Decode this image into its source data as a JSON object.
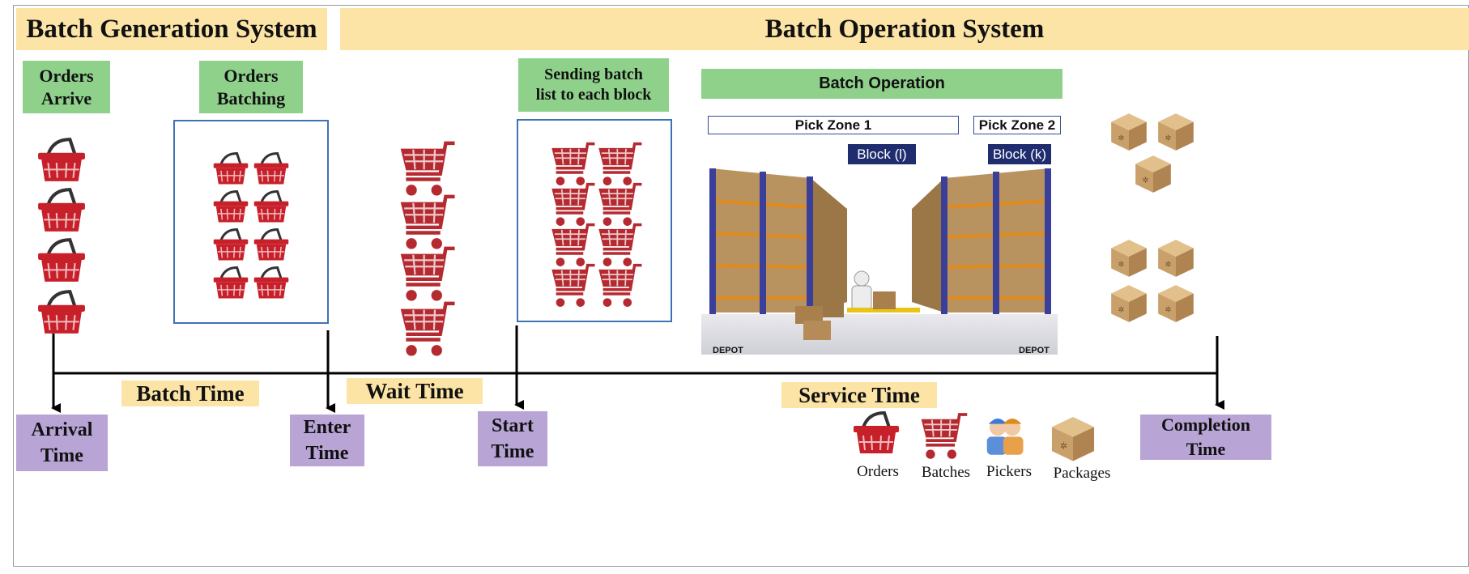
{
  "headers": {
    "generation": "Batch Generation System",
    "operation": "Batch Operation System"
  },
  "steps": {
    "orders_arrive": "Orders\nArrive",
    "orders_batching": "Orders\nBatching",
    "sending_batch": "Sending batch\nlist to each block",
    "batch_operation": "Batch Operation"
  },
  "warehouse": {
    "pick_zone_1": "Pick Zone 1",
    "pick_zone_2": "Pick Zone 2",
    "block_l": "Block (l)",
    "block_k": "Block (k)",
    "depot_left": "DEPOT",
    "depot_right": "DEPOT"
  },
  "timeline": {
    "arrival": "Arrival\nTime",
    "enter": "Enter\nTime",
    "start": "Start\nTime",
    "completion": "Completion\nTime"
  },
  "intervals": {
    "batch_time": "Batch Time",
    "wait_time": "Wait Time",
    "service_time": "Service Time"
  },
  "legend": {
    "orders": "Orders",
    "batches": "Batches",
    "pickers": "Pickers",
    "packages": "Packages"
  },
  "colors": {
    "banner": "#fbe4a6",
    "green_label": "#8fd18b",
    "purple_label": "#b9a4d6",
    "basket_red": "#c8202a",
    "cart_red": "#b52a30",
    "frame_blue": "#3f72b5",
    "rack_blue": "#3a3f9a",
    "block_navy": "#1f2d6e",
    "package_brown": "#c9a06a"
  },
  "icons": {
    "basket": "shopping-basket-icon",
    "cart": "shopping-cart-icon",
    "package": "package-box-icon",
    "picker": "worker-icon"
  }
}
